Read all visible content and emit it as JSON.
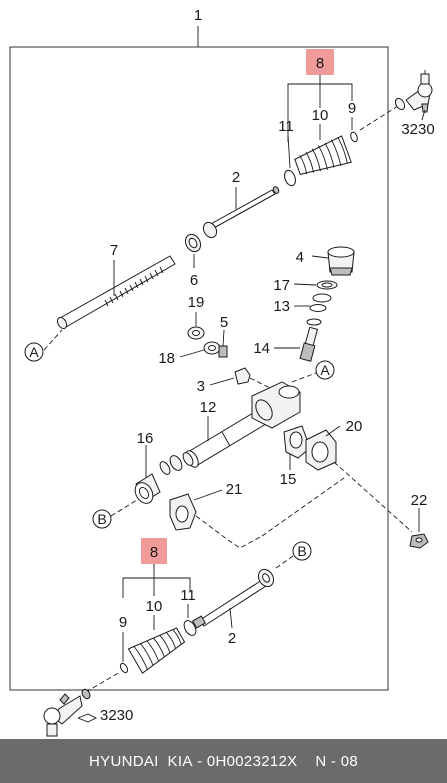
{
  "labels": {
    "p1": "1",
    "p8_top": "8",
    "p10_top": "10",
    "p9_top": "9",
    "p11_top": "11",
    "p3230_top": "3230",
    "p2_top": "2",
    "p7": "7",
    "p6": "6",
    "p4": "4",
    "p17": "17",
    "p13": "13",
    "p19": "19",
    "p5": "5",
    "p18": "18",
    "p14": "14",
    "p3": "3",
    "pA_left": "A",
    "pA_right": "A",
    "p12": "12",
    "p20": "20",
    "p16": "16",
    "p15": "15",
    "p21": "21",
    "p22": "22",
    "pB_left": "B",
    "pB_right": "B",
    "p8_bot": "8",
    "p9_bot": "9",
    "p10_bot": "10",
    "p11_bot": "11",
    "p2_bot": "2",
    "p3230_bot": "3230"
  },
  "footer": {
    "brand": "HYUNDAI  KIA",
    "part_number": "0H0023212X",
    "page": "N - 08"
  },
  "colors": {
    "highlight": "#f19a9a",
    "footer_bg": "#6b6b6b"
  }
}
